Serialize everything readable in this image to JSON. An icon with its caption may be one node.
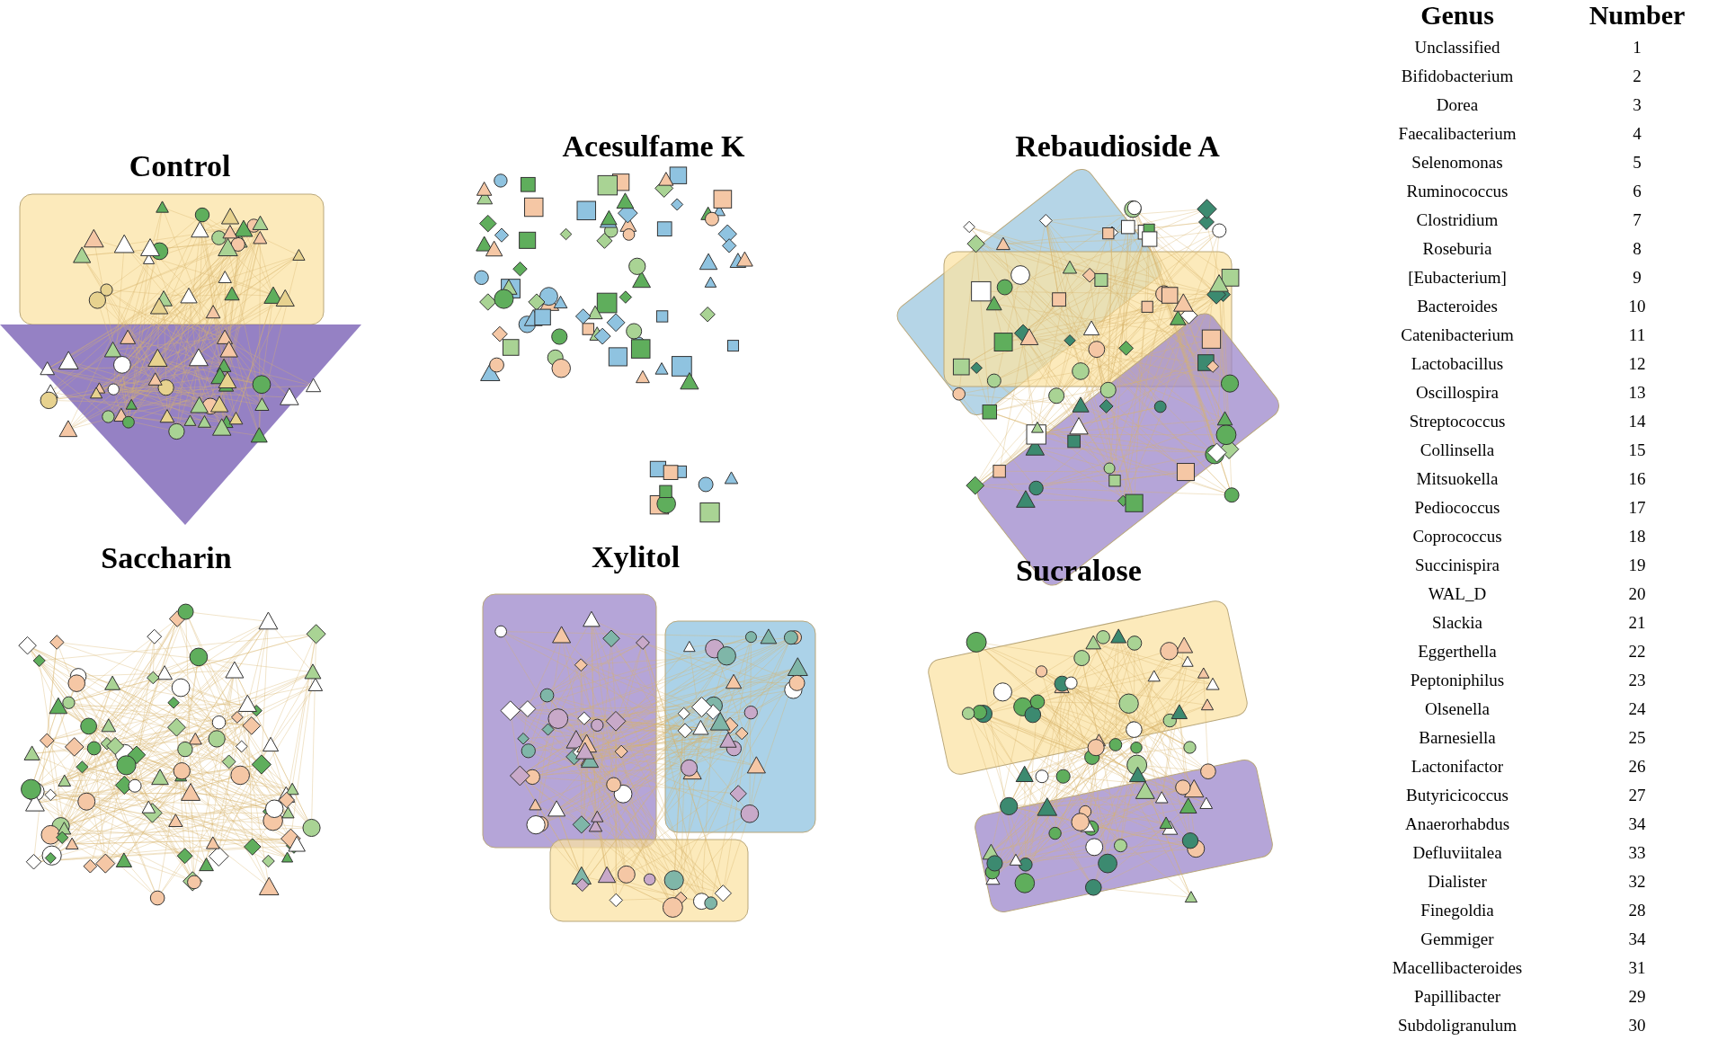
{
  "diagram": {
    "labels": [
      "Genus",
      "Number",
      "Control",
      "Acesulfame K",
      "Rebaudioside A",
      "Unclassified",
      "1",
      "Bifidobacterium",
      "2",
      "Dorea",
      "3",
      "Faecalibacterium",
      "4",
      "Selenomonas",
      "5",
      "Ruminococcus",
      "6",
      "Clostridium",
      "7",
      "Roseburia",
      "8",
      "[Eubacterium]",
      "9",
      "Bacteroides",
      "10",
      "Catenibacterium",
      "11",
      "Lactobacillus",
      "12",
      "Oscillospira",
      "13",
      "Streptococcus",
      "14",
      "Collinsella",
      "15",
      "Mitsuokella",
      "16",
      "Pediococcus",
      "17",
      "Coprococcus",
      "18",
      "Saccharin",
      "Xylitol",
      "Succinispira",
      "19",
      "WAL_D",
      "20",
      "Sucralose",
      "Slackia",
      "21",
      "Eggerthella",
      "22",
      "Peptoniphilus",
      "23",
      "Olsenella",
      "24",
      "Barnesiella",
      "25",
      "Lactonifactor",
      "26",
      "Butyricicoccus",
      "27",
      "Anaerorhabdus",
      "34",
      "Defluviitalea",
      "33",
      "Dialister",
      "32",
      "Finegoldia",
      "28",
      "Gemmiger",
      "34",
      "Macellibacteroides",
      "31",
      "Papillibacter",
      "29",
      "Subdoligranulum",
      "30"
    ]
  }
}
